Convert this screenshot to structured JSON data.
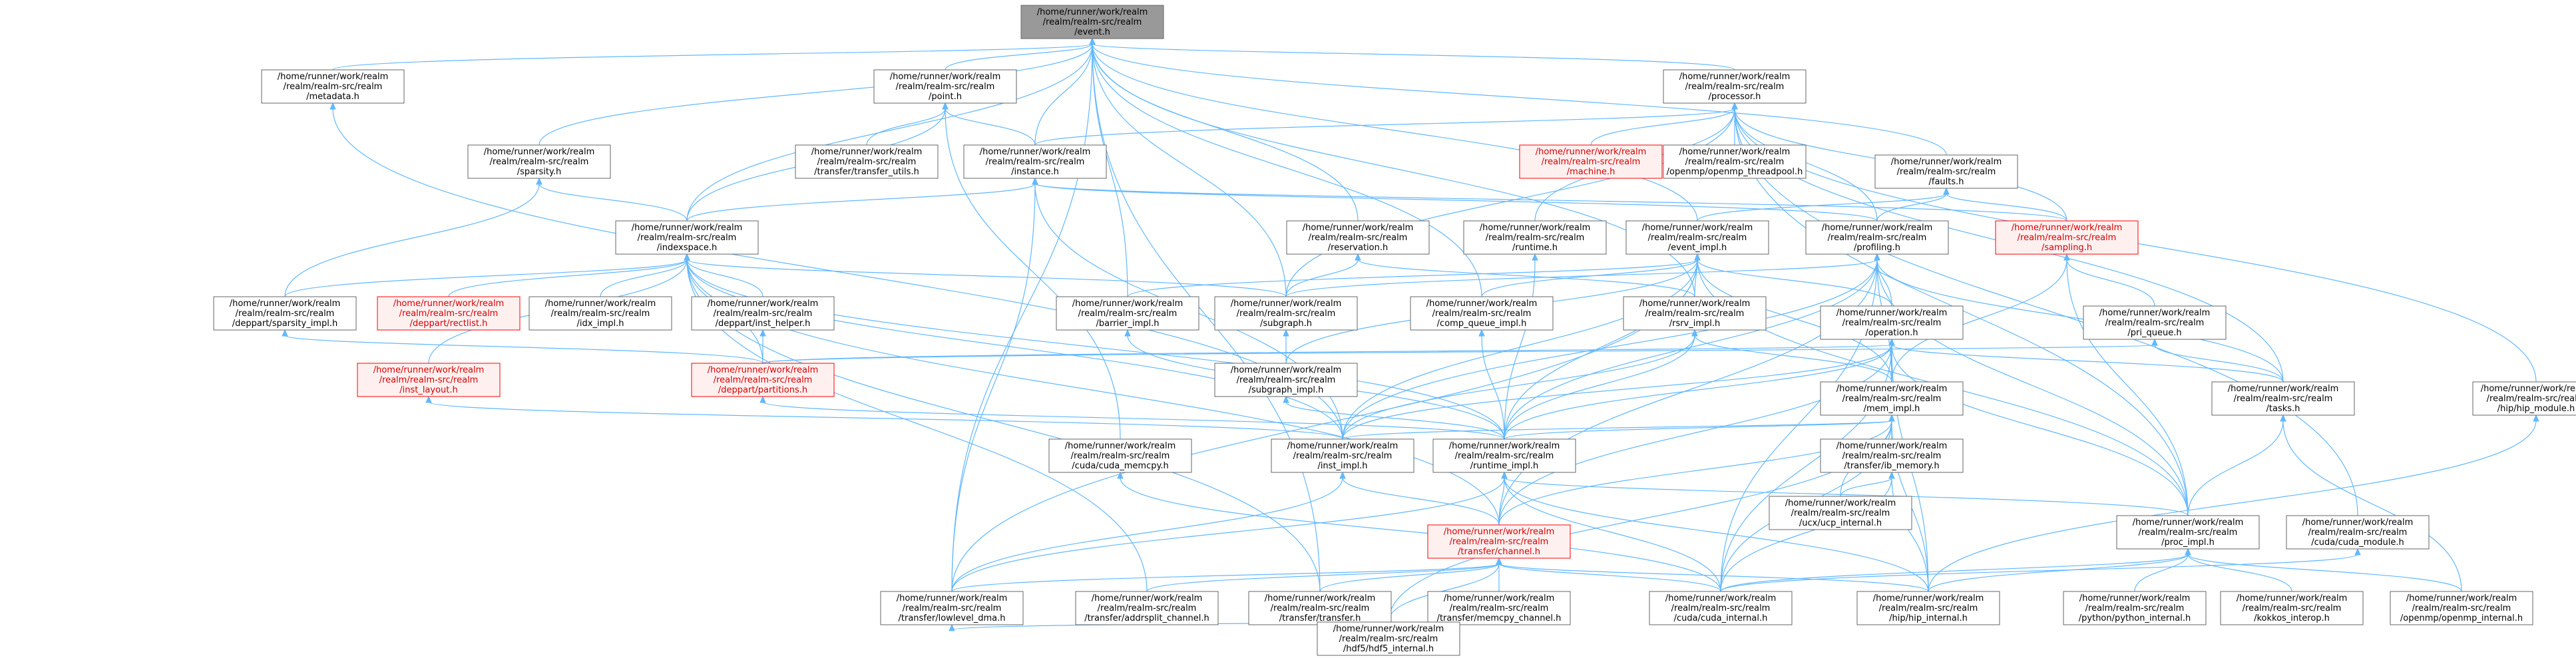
{
  "colors": {
    "edge": "#63b8ff",
    "node_border": "#666666",
    "node_fill": "#ffffff",
    "root_fill": "#999999",
    "red_border": "#ff0000",
    "red_fill": "#fff0f0",
    "red_text": "#d40000"
  },
  "nodes": [
    {
      "id": "event_h",
      "label": [
        "/home/runner/work/realm",
        "/realm/realm-src/realm",
        "/event.h"
      ],
      "style": "root"
    },
    {
      "id": "metadata_h",
      "label": [
        "/home/runner/work/realm",
        "/realm/realm-src/realm",
        "/metadata.h"
      ]
    },
    {
      "id": "point_h",
      "label": [
        "/home/runner/work/realm",
        "/realm/realm-src/realm",
        "/point.h"
      ]
    },
    {
      "id": "processor_h",
      "label": [
        "/home/runner/work/realm",
        "/realm/realm-src/realm",
        "/processor.h"
      ]
    },
    {
      "id": "sparsity_h",
      "label": [
        "/home/runner/work/realm",
        "/realm/realm-src/realm",
        "/sparsity.h"
      ]
    },
    {
      "id": "transfer_utils_h",
      "label": [
        "/home/runner/work/realm",
        "/realm/realm-src/realm",
        "/transfer/transfer_utils.h"
      ]
    },
    {
      "id": "instance_h",
      "label": [
        "/home/runner/work/realm",
        "/realm/realm-src/realm",
        "/instance.h"
      ]
    },
    {
      "id": "machine_h",
      "label": [
        "/home/runner/work/realm",
        "/realm/realm-src/realm",
        "/machine.h"
      ],
      "style": "red"
    },
    {
      "id": "openmp_threadpool_h",
      "label": [
        "/home/runner/work/realm",
        "/realm/realm-src/realm",
        "/openmp/openmp_threadpool.h"
      ]
    },
    {
      "id": "faults_h",
      "label": [
        "/home/runner/work/realm",
        "/realm/realm-src/realm",
        "/faults.h"
      ]
    },
    {
      "id": "indexspace_h",
      "label": [
        "/home/runner/work/realm",
        "/realm/realm-src/realm",
        "/indexspace.h"
      ]
    },
    {
      "id": "reservation_h",
      "label": [
        "/home/runner/work/realm",
        "/realm/realm-src/realm",
        "/reservation.h"
      ]
    },
    {
      "id": "runtime_h",
      "label": [
        "/home/runner/work/realm",
        "/realm/realm-src/realm",
        "/runtime.h"
      ]
    },
    {
      "id": "event_impl_h",
      "label": [
        "/home/runner/work/realm",
        "/realm/realm-src/realm",
        "/event_impl.h"
      ]
    },
    {
      "id": "profiling_h",
      "label": [
        "/home/runner/work/realm",
        "/realm/realm-src/realm",
        "/profiling.h"
      ]
    },
    {
      "id": "sampling_h",
      "label": [
        "/home/runner/work/realm",
        "/realm/realm-src/realm",
        "/sampling.h"
      ],
      "style": "red"
    },
    {
      "id": "sparsity_impl_h",
      "label": [
        "/home/runner/work/realm",
        "/realm/realm-src/realm",
        "/deppart/sparsity_impl.h"
      ]
    },
    {
      "id": "rectlist_h",
      "label": [
        "/home/runner/work/realm",
        "/realm/realm-src/realm",
        "/deppart/rectlist.h"
      ],
      "style": "red"
    },
    {
      "id": "idx_impl_h",
      "label": [
        "/home/runner/work/realm",
        "/realm/realm-src/realm",
        "/idx_impl.h"
      ]
    },
    {
      "id": "inst_helper_h",
      "label": [
        "/home/runner/work/realm",
        "/realm/realm-src/realm",
        "/deppart/inst_helper.h"
      ]
    },
    {
      "id": "barrier_impl_h",
      "label": [
        "/home/runner/work/realm",
        "/realm/realm-src/realm",
        "/barrier_impl.h"
      ]
    },
    {
      "id": "subgraph_h",
      "label": [
        "/home/runner/work/realm",
        "/realm/realm-src/realm",
        "/subgraph.h"
      ]
    },
    {
      "id": "comp_queue_impl_h",
      "label": [
        "/home/runner/work/realm",
        "/realm/realm-src/realm",
        "/comp_queue_impl.h"
      ]
    },
    {
      "id": "rsrv_impl_h",
      "label": [
        "/home/runner/work/realm",
        "/realm/realm-src/realm",
        "/rsrv_impl.h"
      ]
    },
    {
      "id": "operation_h",
      "label": [
        "/home/runner/work/realm",
        "/realm/realm-src/realm",
        "/operation.h"
      ]
    },
    {
      "id": "pri_queue_h",
      "label": [
        "/home/runner/work/realm",
        "/realm/realm-src/realm",
        "/pri_queue.h"
      ]
    },
    {
      "id": "hip_module_h",
      "label": [
        "/home/runner/work/realm",
        "/realm/realm-src/realm",
        "/hip/hip_module.h"
      ]
    },
    {
      "id": "inst_layout_h",
      "label": [
        "/home/runner/work/realm",
        "/realm/realm-src/realm",
        "/inst_layout.h"
      ],
      "style": "red"
    },
    {
      "id": "partitions_h",
      "label": [
        "/home/runner/work/realm",
        "/realm/realm-src/realm",
        "/deppart/partitions.h"
      ],
      "style": "red"
    },
    {
      "id": "subgraph_impl_h",
      "label": [
        "/home/runner/work/realm",
        "/realm/realm-src/realm",
        "/subgraph_impl.h"
      ]
    },
    {
      "id": "mem_impl_h",
      "label": [
        "/home/runner/work/realm",
        "/realm/realm-src/realm",
        "/mem_impl.h"
      ]
    },
    {
      "id": "tasks_h",
      "label": [
        "/home/runner/work/realm",
        "/realm/realm-src/realm",
        "/tasks.h"
      ]
    },
    {
      "id": "cuda_memcpy_h",
      "label": [
        "/home/runner/work/realm",
        "/realm/realm-src/realm",
        "/cuda/cuda_memcpy.h"
      ]
    },
    {
      "id": "inst_impl_h",
      "label": [
        "/home/runner/work/realm",
        "/realm/realm-src/realm",
        "/inst_impl.h"
      ]
    },
    {
      "id": "runtime_impl_h",
      "label": [
        "/home/runner/work/realm",
        "/realm/realm-src/realm",
        "/runtime_impl.h"
      ]
    },
    {
      "id": "ib_memory_h",
      "label": [
        "/home/runner/work/realm",
        "/realm/realm-src/realm",
        "/transfer/ib_memory.h"
      ]
    },
    {
      "id": "proc_impl_h",
      "label": [
        "/home/runner/work/realm",
        "/realm/realm-src/realm",
        "/proc_impl.h"
      ]
    },
    {
      "id": "cuda_module_h",
      "label": [
        "/home/runner/work/realm",
        "/realm/realm-src/realm",
        "/cuda/cuda_module.h"
      ]
    },
    {
      "id": "ucp_internal_h",
      "label": [
        "/home/runner/work/realm",
        "/realm/realm-src/realm",
        "/ucx/ucp_internal.h"
      ]
    },
    {
      "id": "channel_h",
      "label": [
        "/home/runner/work/realm",
        "/realm/realm-src/realm",
        "/transfer/channel.h"
      ],
      "style": "red"
    },
    {
      "id": "lowlevel_dma_h",
      "label": [
        "/home/runner/work/realm",
        "/realm/realm-src/realm",
        "/transfer/lowlevel_dma.h"
      ]
    },
    {
      "id": "addrsplit_channel_h",
      "label": [
        "/home/runner/work/realm",
        "/realm/realm-src/realm",
        "/transfer/addrsplit_channel.h"
      ]
    },
    {
      "id": "transfer_h",
      "label": [
        "/home/runner/work/realm",
        "/realm/realm-src/realm",
        "/transfer/transfer.h"
      ]
    },
    {
      "id": "memcpy_channel_h",
      "label": [
        "/home/runner/work/realm",
        "/realm/realm-src/realm",
        "/transfer/memcpy_channel.h"
      ]
    },
    {
      "id": "cuda_internal_h",
      "label": [
        "/home/runner/work/realm",
        "/realm/realm-src/realm",
        "/cuda/cuda_internal.h"
      ]
    },
    {
      "id": "hip_internal_h",
      "label": [
        "/home/runner/work/realm",
        "/realm/realm-src/realm",
        "/hip/hip_internal.h"
      ]
    },
    {
      "id": "python_internal_h",
      "label": [
        "/home/runner/work/realm",
        "/realm/realm-src/realm",
        "/python/python_internal.h"
      ]
    },
    {
      "id": "kokkos_interop_h",
      "label": [
        "/home/runner/work/realm",
        "/realm/realm-src/realm",
        "/kokkos_interop.h"
      ]
    },
    {
      "id": "openmp_internal_h",
      "label": [
        "/home/runner/work/realm",
        "/realm/realm-src/realm",
        "/openmp/openmp_internal.h"
      ]
    },
    {
      "id": "hdf5_internal_h",
      "label": [
        "/home/runner/work/realm",
        "/realm/realm-src/realm",
        "/hdf5/hdf5_internal.h"
      ]
    }
  ],
  "edges": [
    [
      "event_h",
      "metadata_h"
    ],
    [
      "event_h",
      "point_h"
    ],
    [
      "event_h",
      "processor_h"
    ],
    [
      "event_h",
      "sparsity_h"
    ],
    [
      "event_h",
      "instance_h"
    ],
    [
      "event_h",
      "faults_h"
    ],
    [
      "event_h",
      "indexspace_h"
    ],
    [
      "event_h",
      "reservation_h"
    ],
    [
      "event_h",
      "event_impl_h"
    ],
    [
      "event_h",
      "barrier_impl_h"
    ],
    [
      "event_h",
      "subgraph_h"
    ],
    [
      "event_h",
      "comp_queue_impl_h"
    ],
    [
      "event_h",
      "rsrv_impl_h"
    ],
    [
      "event_h",
      "transfer_h"
    ],
    [
      "event_h",
      "lowlevel_dma_h"
    ],
    [
      "metadata_h",
      "inst_impl_h"
    ],
    [
      "point_h",
      "transfer_utils_h"
    ],
    [
      "point_h",
      "instance_h"
    ],
    [
      "point_h",
      "indexspace_h"
    ],
    [
      "point_h",
      "cuda_memcpy_h"
    ],
    [
      "processor_h",
      "instance_h"
    ],
    [
      "processor_h",
      "machine_h"
    ],
    [
      "processor_h",
      "openmp_threadpool_h"
    ],
    [
      "processor_h",
      "runtime_h"
    ],
    [
      "processor_h",
      "profiling_h"
    ],
    [
      "processor_h",
      "sampling_h"
    ],
    [
      "processor_h",
      "subgraph_h"
    ],
    [
      "processor_h",
      "tasks_h"
    ],
    [
      "processor_h",
      "proc_impl_h"
    ],
    [
      "processor_h",
      "cuda_module_h"
    ],
    [
      "processor_h",
      "hip_module_h"
    ],
    [
      "sparsity_h",
      "indexspace_h"
    ],
    [
      "sparsity_h",
      "sparsity_impl_h"
    ],
    [
      "instance_h",
      "indexspace_h"
    ],
    [
      "instance_h",
      "sampling_h"
    ],
    [
      "instance_h",
      "inst_impl_h"
    ],
    [
      "instance_h",
      "lowlevel_dma_h"
    ],
    [
      "instance_h",
      "profiling_h"
    ],
    [
      "faults_h",
      "profiling_h"
    ],
    [
      "faults_h",
      "sampling_h"
    ],
    [
      "faults_h",
      "event_impl_h"
    ],
    [
      "indexspace_h",
      "sparsity_impl_h"
    ],
    [
      "indexspace_h",
      "rectlist_h"
    ],
    [
      "indexspace_h",
      "idx_impl_h"
    ],
    [
      "indexspace_h",
      "inst_helper_h"
    ],
    [
      "indexspace_h",
      "partitions_h"
    ],
    [
      "indexspace_h",
      "inst_layout_h"
    ],
    [
      "indexspace_h",
      "subgraph_h"
    ],
    [
      "indexspace_h",
      "inst_impl_h"
    ],
    [
      "indexspace_h",
      "addrsplit_channel_h"
    ],
    [
      "indexspace_h",
      "channel_h"
    ],
    [
      "indexspace_h",
      "transfer_h"
    ],
    [
      "indexspace_h",
      "runtime_impl_h"
    ],
    [
      "reservation_h",
      "subgraph_h"
    ],
    [
      "reservation_h",
      "rsrv_impl_h"
    ],
    [
      "runtime_h",
      "runtime_impl_h"
    ],
    [
      "event_impl_h",
      "barrier_impl_h"
    ],
    [
      "event_impl_h",
      "comp_queue_impl_h"
    ],
    [
      "event_impl_h",
      "rsrv_impl_h"
    ],
    [
      "event_impl_h",
      "operation_h"
    ],
    [
      "event_impl_h",
      "subgraph_impl_h"
    ],
    [
      "event_impl_h",
      "mem_impl_h"
    ],
    [
      "event_impl_h",
      "inst_impl_h"
    ],
    [
      "event_impl_h",
      "runtime_impl_h"
    ],
    [
      "event_impl_h",
      "proc_impl_h"
    ],
    [
      "event_impl_h",
      "lowlevel_dma_h"
    ],
    [
      "profiling_h",
      "operation_h"
    ],
    [
      "profiling_h",
      "mem_impl_h"
    ],
    [
      "profiling_h",
      "proc_impl_h"
    ],
    [
      "profiling_h",
      "tasks_h"
    ],
    [
      "profiling_h",
      "runtime_impl_h"
    ],
    [
      "profiling_h",
      "inst_impl_h"
    ],
    [
      "profiling_h",
      "subgraph_h"
    ],
    [
      "profiling_h",
      "channel_h"
    ],
    [
      "profiling_h",
      "cuda_internal_h"
    ],
    [
      "sampling_h",
      "mem_impl_h"
    ],
    [
      "sampling_h",
      "pri_queue_h"
    ],
    [
      "sampling_h",
      "proc_impl_h"
    ],
    [
      "sparsity_impl_h",
      "partitions_h"
    ],
    [
      "inst_helper_h",
      "partitions_h"
    ],
    [
      "barrier_impl_h",
      "runtime_impl_h"
    ],
    [
      "subgraph_h",
      "subgraph_impl_h"
    ],
    [
      "comp_queue_impl_h",
      "runtime_impl_h"
    ],
    [
      "rsrv_impl_h",
      "mem_impl_h"
    ],
    [
      "rsrv_impl_h",
      "runtime_impl_h"
    ],
    [
      "rsrv_impl_h",
      "inst_impl_h"
    ],
    [
      "operation_h",
      "partitions_h"
    ],
    [
      "operation_h",
      "mem_impl_h"
    ],
    [
      "operation_h",
      "runtime_impl_h"
    ],
    [
      "operation_h",
      "tasks_h"
    ],
    [
      "operation_h",
      "proc_impl_h"
    ],
    [
      "operation_h",
      "inst_impl_h"
    ],
    [
      "operation_h",
      "channel_h"
    ],
    [
      "operation_h",
      "cuda_internal_h"
    ],
    [
      "operation_h",
      "hip_internal_h"
    ],
    [
      "pri_queue_h",
      "tasks_h"
    ],
    [
      "pri_queue_h",
      "partitions_h"
    ],
    [
      "hip_module_h",
      "hip_internal_h"
    ],
    [
      "inst_layout_h",
      "inst_impl_h"
    ],
    [
      "partitions_h",
      "runtime_impl_h"
    ],
    [
      "subgraph_impl_h",
      "runtime_impl_h"
    ],
    [
      "mem_impl_h",
      "inst_impl_h"
    ],
    [
      "mem_impl_h",
      "runtime_impl_h"
    ],
    [
      "mem_impl_h",
      "ib_memory_h"
    ],
    [
      "mem_impl_h",
      "ucp_internal_h"
    ],
    [
      "mem_impl_h",
      "channel_h"
    ],
    [
      "mem_impl_h",
      "cuda_internal_h"
    ],
    [
      "mem_impl_h",
      "hip_internal_h"
    ],
    [
      "mem_impl_h",
      "hdf5_internal_h"
    ],
    [
      "tasks_h",
      "proc_impl_h"
    ],
    [
      "tasks_h",
      "openmp_internal_h"
    ],
    [
      "cuda_memcpy_h",
      "cuda_internal_h"
    ],
    [
      "inst_impl_h",
      "channel_h"
    ],
    [
      "inst_impl_h",
      "lowlevel_dma_h"
    ],
    [
      "runtime_impl_h",
      "channel_h"
    ],
    [
      "runtime_impl_h",
      "proc_impl_h"
    ],
    [
      "runtime_impl_h",
      "hip_internal_h"
    ],
    [
      "runtime_impl_h",
      "lowlevel_dma_h"
    ],
    [
      "runtime_impl_h",
      "cuda_internal_h"
    ],
    [
      "ib_memory_h",
      "ucp_internal_h"
    ],
    [
      "ib_memory_h",
      "cuda_internal_h"
    ],
    [
      "ib_memory_h",
      "hip_internal_h"
    ],
    [
      "proc_impl_h",
      "cuda_internal_h"
    ],
    [
      "proc_impl_h",
      "hip_internal_h"
    ],
    [
      "proc_impl_h",
      "python_internal_h"
    ],
    [
      "proc_impl_h",
      "kokkos_interop_h"
    ],
    [
      "proc_impl_h",
      "openmp_internal_h"
    ],
    [
      "cuda_module_h",
      "cuda_internal_h"
    ],
    [
      "channel_h",
      "lowlevel_dma_h"
    ],
    [
      "channel_h",
      "addrsplit_channel_h"
    ],
    [
      "channel_h",
      "transfer_h"
    ],
    [
      "channel_h",
      "memcpy_channel_h"
    ],
    [
      "channel_h",
      "cuda_internal_h"
    ],
    [
      "channel_h",
      "hip_internal_h"
    ],
    [
      "channel_h",
      "hdf5_internal_h"
    ],
    [
      "lowlevel_dma_h",
      "hdf5_internal_h"
    ]
  ]
}
